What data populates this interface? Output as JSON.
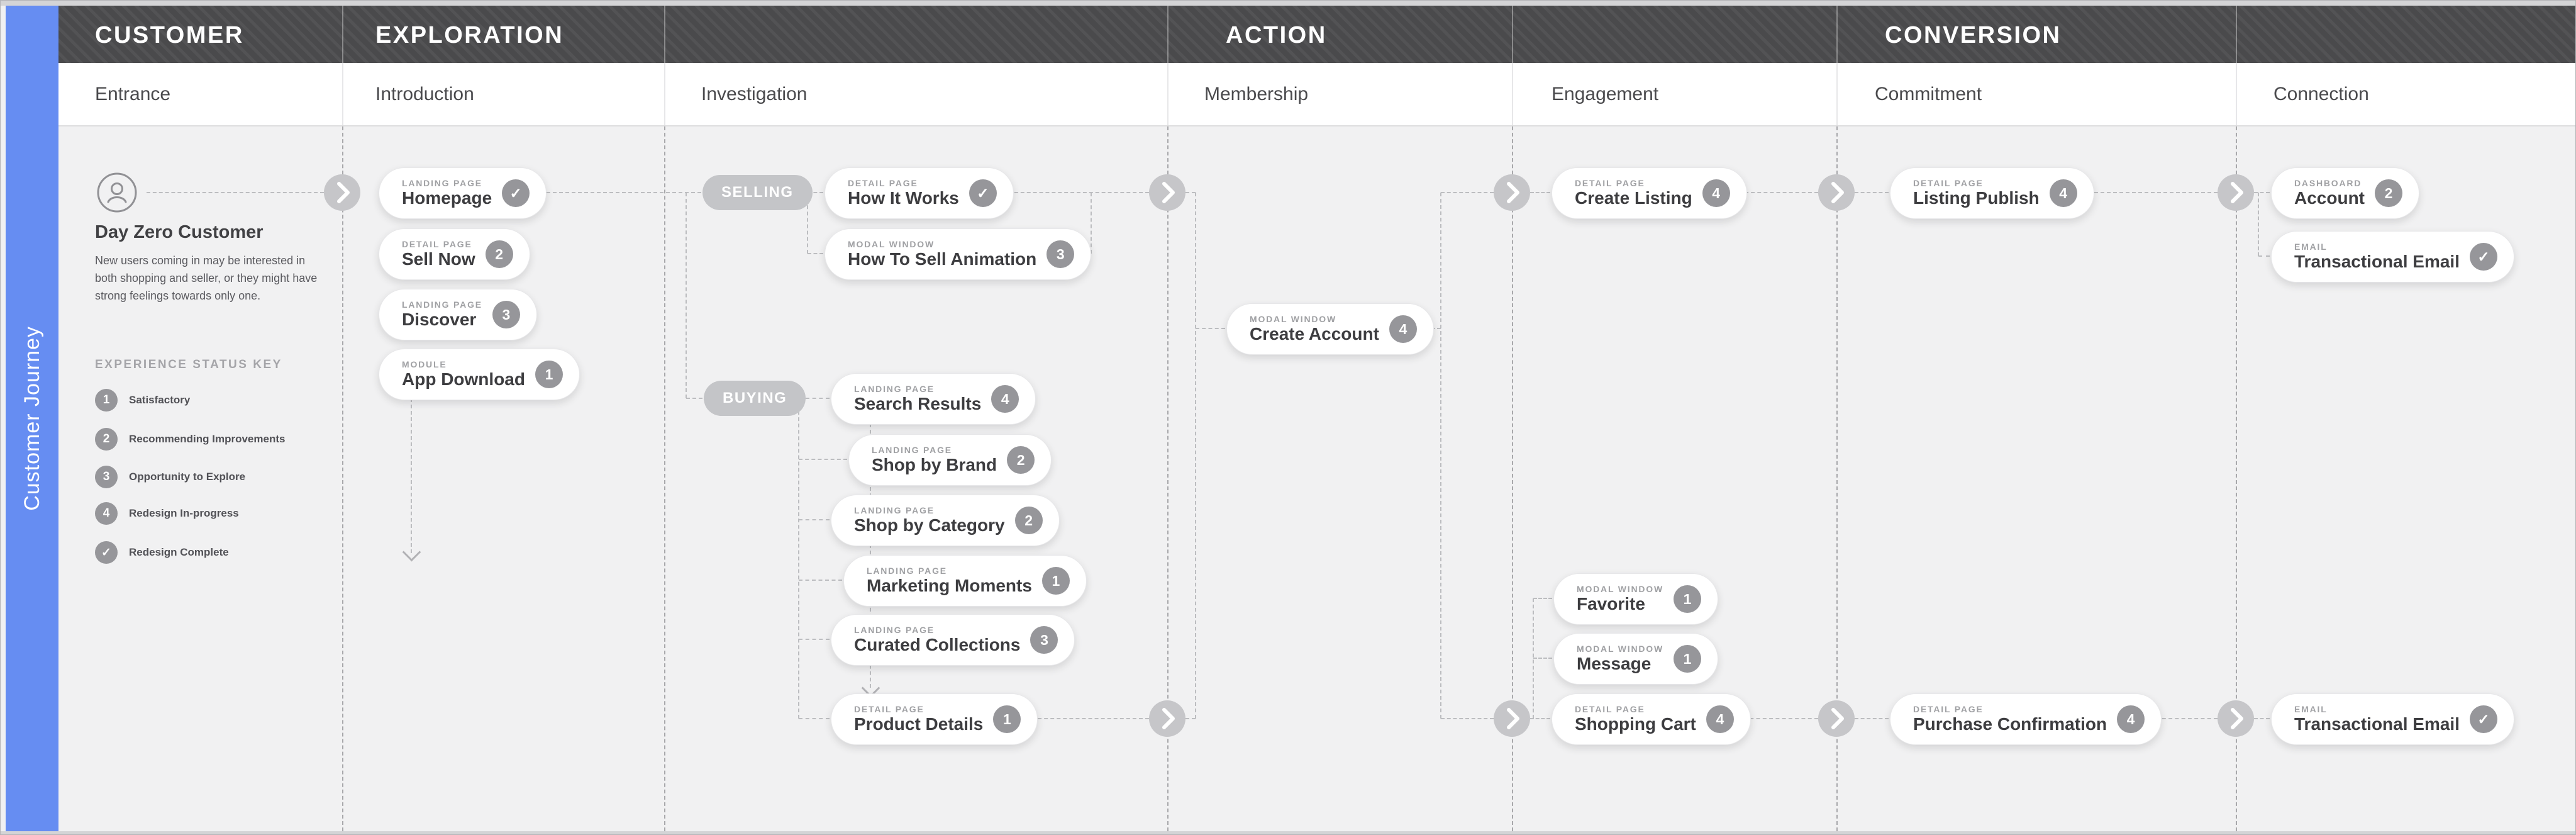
{
  "sidebar": {
    "label": "Customer Journey"
  },
  "phases": [
    {
      "id": "customer",
      "label": "CUSTOMER"
    },
    {
      "id": "exploration",
      "label": "EXPLORATION"
    },
    {
      "id": "action",
      "label": "ACTION"
    },
    {
      "id": "conversion",
      "label": "CONVERSION"
    }
  ],
  "subphases": [
    {
      "id": "entrance",
      "label": "Entrance"
    },
    {
      "id": "introduction",
      "label": "Introduction"
    },
    {
      "id": "investigation",
      "label": "Investigation"
    },
    {
      "id": "membership",
      "label": "Membership"
    },
    {
      "id": "engagement",
      "label": "Engagement"
    },
    {
      "id": "commitment",
      "label": "Commitment"
    },
    {
      "id": "connection",
      "label": "Connection"
    }
  ],
  "persona": {
    "avatar_icon": "person-icon",
    "title": "Day Zero Customer",
    "description": "New users coming in may be interested in both shopping and seller, or they might have strong feelings towards only one."
  },
  "status_key": {
    "title": "EXPERIENCE STATUS KEY",
    "items": [
      {
        "badge": "1",
        "label": "Satisfactory"
      },
      {
        "badge": "2",
        "label": "Recommending Improvements"
      },
      {
        "badge": "3",
        "label": "Opportunity to Explore"
      },
      {
        "badge": "4",
        "label": "Redesign In-progress"
      },
      {
        "badge": "check",
        "label": "Redesign Complete"
      }
    ]
  },
  "branch_labels": [
    {
      "id": "selling",
      "label": "SELLING"
    },
    {
      "id": "buying",
      "label": "BUYING"
    }
  ],
  "nodes": [
    {
      "id": "homepage",
      "type": "LANDING PAGE",
      "label": "Homepage",
      "badge": "check"
    },
    {
      "id": "sell_now",
      "type": "DETAIL PAGE",
      "label": "Sell Now",
      "badge": "2"
    },
    {
      "id": "discover",
      "type": "LANDING PAGE",
      "label": "Discover",
      "badge": "3"
    },
    {
      "id": "app_download",
      "type": "MODULE",
      "label": "App Download",
      "badge": "1"
    },
    {
      "id": "how_it_works",
      "type": "DETAIL PAGE",
      "label": "How It Works",
      "badge": "check"
    },
    {
      "id": "how_to_sell_animation",
      "type": "MODAL WINDOW",
      "label": "How To Sell Animation",
      "badge": "3"
    },
    {
      "id": "search_results",
      "type": "LANDING PAGE",
      "label": "Search Results",
      "badge": "4"
    },
    {
      "id": "shop_by_brand",
      "type": "LANDING PAGE",
      "label": "Shop by Brand",
      "badge": "2"
    },
    {
      "id": "shop_by_category",
      "type": "LANDING PAGE",
      "label": "Shop by Category",
      "badge": "2"
    },
    {
      "id": "marketing_moments",
      "type": "LANDING PAGE",
      "label": "Marketing Moments",
      "badge": "1"
    },
    {
      "id": "curated_collections",
      "type": "LANDING PAGE",
      "label": "Curated Collections",
      "badge": "3"
    },
    {
      "id": "product_details",
      "type": "DETAIL PAGE",
      "label": "Product Details",
      "badge": "1"
    },
    {
      "id": "create_account",
      "type": "MODAL WINDOW",
      "label": "Create Account",
      "badge": "4"
    },
    {
      "id": "create_listing",
      "type": "DETAIL PAGE",
      "label": "Create Listing",
      "badge": "4"
    },
    {
      "id": "favorite",
      "type": "MODAL WINDOW",
      "label": "Favorite",
      "badge": "1"
    },
    {
      "id": "message",
      "type": "MODAL WINDOW",
      "label": "Message",
      "badge": "1"
    },
    {
      "id": "shopping_cart",
      "type": "DETAIL PAGE",
      "label": "Shopping Cart",
      "badge": "4"
    },
    {
      "id": "listing_publish",
      "type": "DETAIL PAGE",
      "label": "Listing Publish",
      "badge": "4"
    },
    {
      "id": "purchase_confirmation",
      "type": "DETAIL PAGE",
      "label": "Purchase Confirmation",
      "badge": "4"
    },
    {
      "id": "account",
      "type": "DASHBOARD",
      "label": "Account",
      "badge": "2"
    },
    {
      "id": "transactional_email_top",
      "type": "EMAIL",
      "label": "Transactional Email",
      "badge": "check"
    },
    {
      "id": "transactional_email_bottom",
      "type": "EMAIL",
      "label": "Transactional Email",
      "badge": "check"
    }
  ],
  "colors": {
    "sidebar_blue": "#668df2",
    "phase_band": "#4a4a4c",
    "badge_gray": "#96969a",
    "branch_label_gray": "#c4c5c8",
    "connector_gray": "#bcbdc0"
  }
}
